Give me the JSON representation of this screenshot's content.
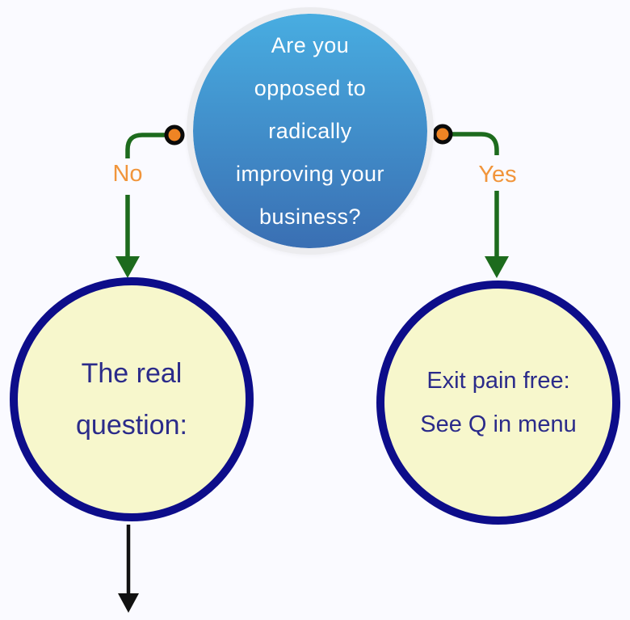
{
  "colors": {
    "page-bg": "#fafaff",
    "root-ring": "#ececef",
    "root-grad-top": "#48ade1",
    "root-grad-bottom": "#3a6fb3",
    "root-text": "#ffffff",
    "branch-label": "#f1953b",
    "connector-green": "#1d6b1d",
    "dot-orange": "#ee8424",
    "dot-ring": "#0a0a0a",
    "node-fill": "#f7f7cc",
    "node-border": "#0d0d8a",
    "node-text": "#2b2b8a",
    "exit-arrow": "#111111"
  },
  "flowchart": {
    "root_question": {
      "lines": [
        "Are you",
        "opposed to",
        "radically",
        "improving your",
        "business?"
      ]
    },
    "branch_no": {
      "label": "No"
    },
    "branch_yes": {
      "label": "Yes"
    },
    "node_no": {
      "lines": [
        "The real",
        "question:"
      ]
    },
    "node_yes": {
      "lines": [
        "Exit pain free:",
        "See Q in menu"
      ]
    }
  }
}
